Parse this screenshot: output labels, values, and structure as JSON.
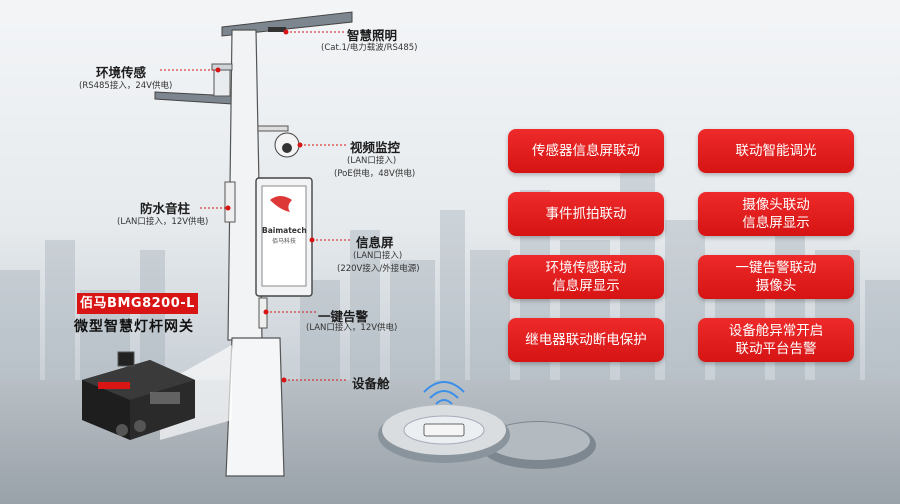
{
  "labels": {
    "lighting": {
      "title": "智慧照明",
      "detail": "(Cat.1/电力载波/RS485)"
    },
    "env": {
      "title": "环境传感",
      "detail": "(RS485接入，24V供电)"
    },
    "video": {
      "title": "视频监控",
      "detail1": "(LAN口接入)",
      "detail2": "(PoE供电，48V供电)"
    },
    "speaker": {
      "title": "防水音柱",
      "detail": "(LAN口接入，12V供电)"
    },
    "screen": {
      "title": "信息屏",
      "detail1": "(LAN口接入)",
      "detail2": "(220V接入/外接电源)"
    },
    "alarm": {
      "title": "一键告警",
      "detail": "(LAN口接入，12V供电)"
    },
    "cabin": {
      "title": "设备舱"
    }
  },
  "screen_brand": {
    "name": "Baimatech",
    "cn": "佰马科技"
  },
  "product": {
    "model": "佰马BMG8200-L",
    "name": "微型智慧灯杆网关"
  },
  "features": [
    {
      "line1": "传感器信息屏联动",
      "line2": ""
    },
    {
      "line1": "联动智能调光",
      "line2": ""
    },
    {
      "line1": "事件抓拍联动",
      "line2": ""
    },
    {
      "line1": "摄像头联动",
      "line2": "信息屏显示"
    },
    {
      "line1": "环境传感联动",
      "line2": "信息屏显示"
    },
    {
      "line1": "一键告警联动",
      "line2": "摄像头"
    },
    {
      "line1": "继电器联动断电保护",
      "line2": ""
    },
    {
      "line1": "设备舱异常开启",
      "line2": "联动平台告警"
    }
  ],
  "colors": {
    "accent": "#d81414",
    "pole": "#eef1f3",
    "outline": "#555555"
  }
}
